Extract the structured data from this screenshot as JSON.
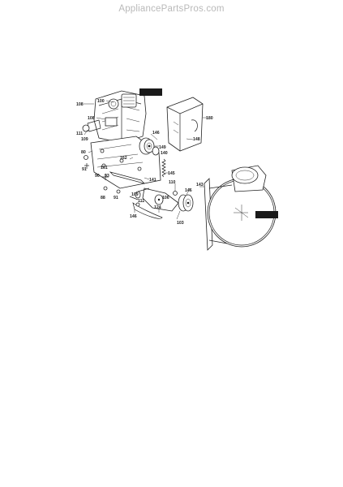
{
  "header": {
    "watermark": "AppliancePartsPros.com"
  },
  "callouts": {
    "c180": "180",
    "c108a": "108",
    "c100": "100",
    "c108b": "108",
    "c146a": "146",
    "c148": "148",
    "c111a": "111",
    "c109a": "109",
    "c149": "149",
    "c140": "140",
    "c80": "80",
    "c91a": "91",
    "c162": "162",
    "c145": "145",
    "c141": "141",
    "c161": "161",
    "c90": "90",
    "c93": "93",
    "c110": "110",
    "c143": "143",
    "c88": "88",
    "c91b": "91",
    "c109b": "109",
    "c111b": "111",
    "c146b": "146",
    "c106": "106",
    "c124": "124",
    "c146c": "146",
    "c103": "103"
  }
}
